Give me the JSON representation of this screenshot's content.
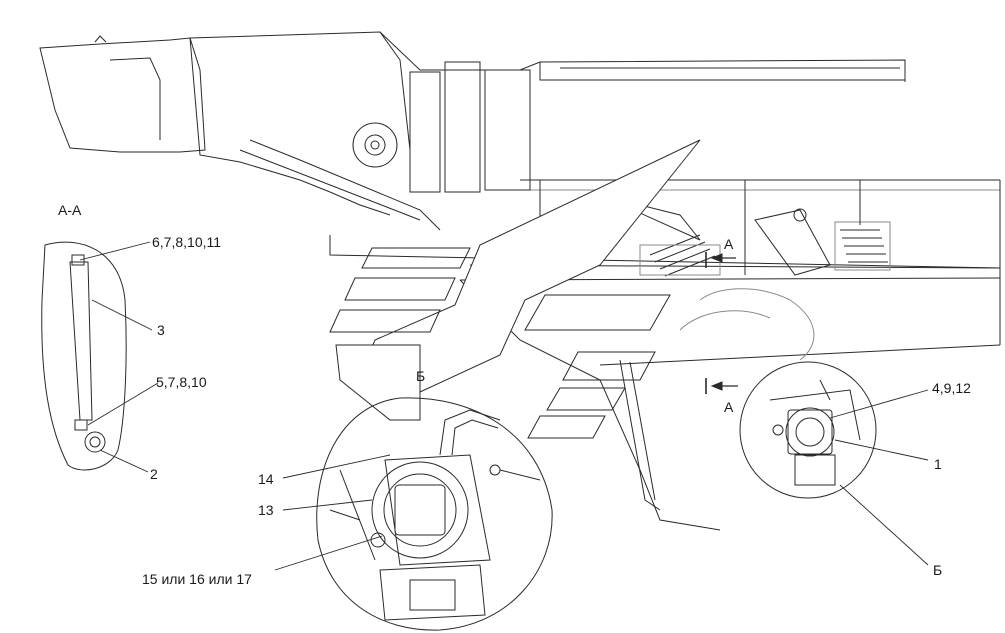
{
  "labels": {
    "section_title": "А-А",
    "callout_6_7_8_10_11": "6,7,8,10,11",
    "callout_3": "3",
    "callout_5_7_8_10": "5,7,8,10",
    "callout_2": "2",
    "callout_14": "14",
    "callout_13": "13",
    "callout_15_16_17": "15 или 16 или 17",
    "callout_4_9_12": "4,9,12",
    "callout_1": "1",
    "view_b_center": "Б",
    "view_b_right": "Б",
    "section_a_top": "А",
    "section_a_bottom": "А"
  },
  "colors": {
    "line": "#2a2a2a",
    "light_line": "#8a8a8a",
    "fill": "#ffffff"
  }
}
